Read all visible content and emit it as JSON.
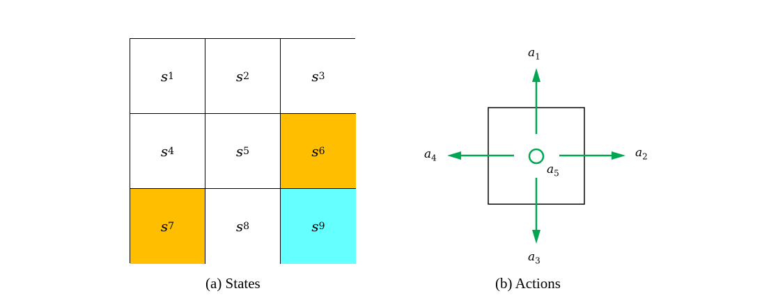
{
  "states": {
    "caption": "(a) States",
    "cells": [
      {
        "base": "s",
        "sub": "1",
        "color": "#ffffff"
      },
      {
        "base": "s",
        "sub": "2",
        "color": "#ffffff"
      },
      {
        "base": "s",
        "sub": "3",
        "color": "#ffffff"
      },
      {
        "base": "s",
        "sub": "4",
        "color": "#ffffff"
      },
      {
        "base": "s",
        "sub": "5",
        "color": "#ffffff"
      },
      {
        "base": "s",
        "sub": "6",
        "color": "#ffbf00"
      },
      {
        "base": "s",
        "sub": "7",
        "color": "#ffbf00"
      },
      {
        "base": "s",
        "sub": "8",
        "color": "#ffffff"
      },
      {
        "base": "s",
        "sub": "9",
        "color": "#66ffff"
      }
    ]
  },
  "actions": {
    "caption": "(b) Actions",
    "arrow_color": "#00a651",
    "labels": {
      "up": {
        "base": "a",
        "sub": "1"
      },
      "right": {
        "base": "a",
        "sub": "2"
      },
      "down": {
        "base": "a",
        "sub": "3"
      },
      "left": {
        "base": "a",
        "sub": "4"
      },
      "stay": {
        "base": "a",
        "sub": "5"
      }
    }
  }
}
